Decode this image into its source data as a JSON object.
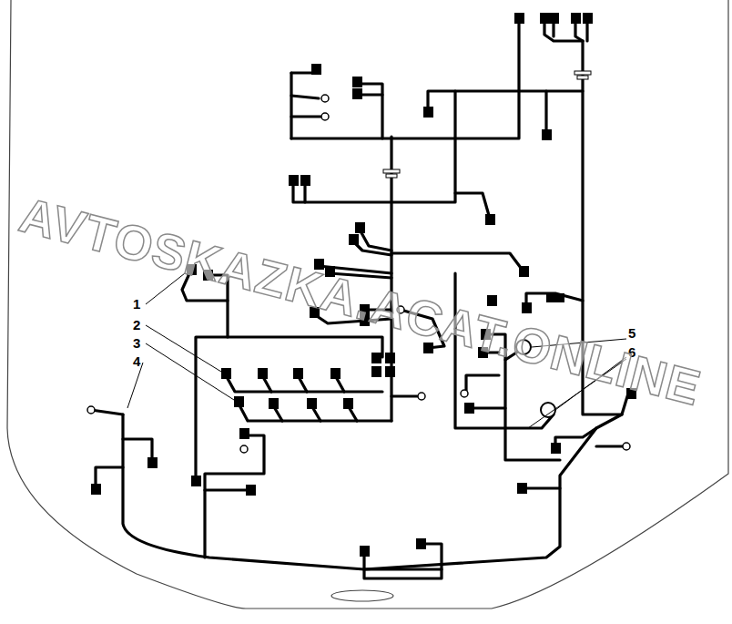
{
  "diagram": {
    "labels": [
      "1",
      "2",
      "3",
      "4",
      "5",
      "6",
      "AVTOSKAZKA.ACAT.ONLINE"
    ]
  }
}
